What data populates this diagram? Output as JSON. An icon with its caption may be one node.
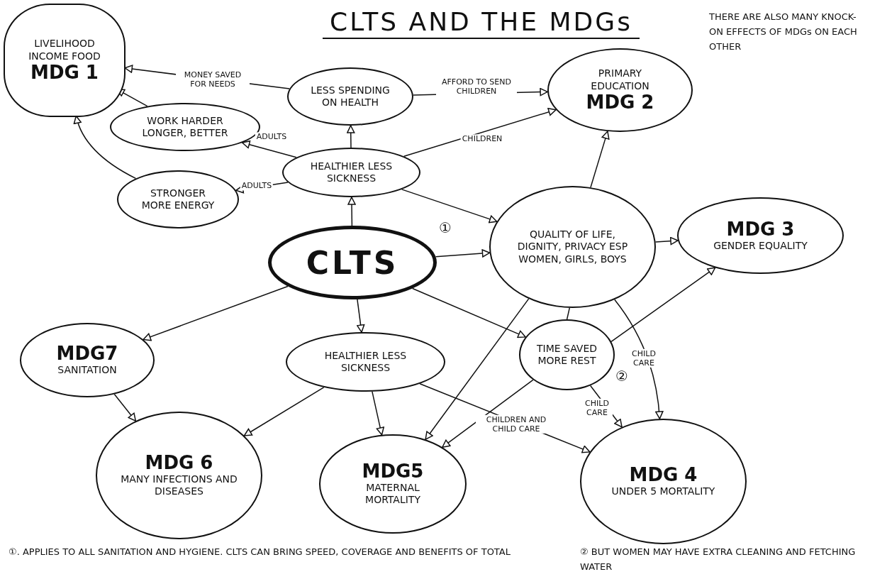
{
  "diagram": {
    "title": "CLTS AND THE MDGs",
    "nodes": [
      {
        "text": [
          "LIVELIHOOD INCOME FOOD",
          "MDG 1"
        ]
      },
      {
        "text": [
          "LESS SPENDING ON HEALTH"
        ]
      },
      {
        "text": [
          "PRIMARY EDUCATION",
          "MDG 2"
        ]
      },
      {
        "text": [
          "WORK HARDER LONGER, BETTER"
        ]
      },
      {
        "text": [
          "HEALTHIER LESS SICKNESS"
        ]
      },
      {
        "text": [
          "STRONGER MORE ENERGY"
        ]
      },
      {
        "text": [
          "CLTS"
        ],
        "beside": [
          "①"
        ]
      },
      {
        "text": [
          "QUALITY OF LIFE, DIGNITY, PRIVACY ESP WOMEN, GIRLS, BOYS"
        ]
      },
      {
        "text": [
          "MDG 3",
          "GENDER EQUALITY"
        ]
      },
      {
        "text": [
          "MDG7",
          "SANITATION"
        ]
      },
      {
        "text": [
          "HEALTHIER LESS SICKNESS"
        ]
      },
      {
        "text": [
          "TIME SAVED MORE REST"
        ],
        "beside": [
          "②"
        ]
      },
      {
        "text": [
          "MDG 6",
          "MANY INFECTIONS AND DISEASES"
        ]
      },
      {
        "text": [
          "MDG5",
          "MATERNAL MORTALITY"
        ]
      },
      {
        "text": [
          "MDG 4",
          "UNDER 5 MORTALITY"
        ]
      }
    ],
    "edges": [
      {
        "from": 1,
        "to": 0,
        "arrow": "to",
        "label": "MONEY SAVED FOR NEEDS"
      },
      {
        "from": 1,
        "to": 2,
        "arrow": "to",
        "label": "AFFORD TO SEND CHILDREN"
      },
      {
        "from": 3,
        "to": 0,
        "arrow": "to"
      },
      {
        "from": 5,
        "to": 0,
        "arrow": "to"
      },
      {
        "from": 4,
        "to": 1,
        "arrow": "to"
      },
      {
        "from": 4,
        "to": 3,
        "arrow": "to",
        "label": "ADULTS"
      },
      {
        "from": 4,
        "to": 5,
        "arrow": "to",
        "label": "ADULTS"
      },
      {
        "from": 4,
        "to": 2,
        "arrow": "to",
        "label": "CHILDREN"
      },
      {
        "from": 4,
        "to": 7,
        "arrow": "to"
      },
      {
        "from": 6,
        "to": 4,
        "arrow": "to"
      },
      {
        "from": 6,
        "to": 7,
        "arrow": "to"
      },
      {
        "from": 7,
        "to": 2,
        "arrow": "to"
      },
      {
        "from": 7,
        "to": 8,
        "arrow": "to"
      },
      {
        "from": 6,
        "to": 9,
        "arrow": "to"
      },
      {
        "from": 6,
        "to": 10,
        "arrow": "to"
      },
      {
        "from": 6,
        "to": 11,
        "arrow": "to"
      },
      {
        "from": 7,
        "to": 11,
        "arrow": "none"
      },
      {
        "from": 7,
        "to": 13,
        "arrow": "to"
      },
      {
        "from": 7,
        "to": 14,
        "arrow": "to",
        "label": "CHILD CARE"
      },
      {
        "from": 11,
        "to": 8,
        "arrow": "to"
      },
      {
        "from": 11,
        "to": 14,
        "arrow": "to",
        "label": "CHILD CARE"
      },
      {
        "from": 11,
        "to": 13,
        "arrow": "to"
      },
      {
        "from": 10,
        "to": 12,
        "arrow": "to"
      },
      {
        "from": 10,
        "to": 13,
        "arrow": "to"
      },
      {
        "from": 10,
        "to": 14,
        "arrow": "to",
        "label": "CHILDREN AND CHILD CARE"
      },
      {
        "from": 9,
        "to": 12,
        "arrow": "to"
      }
    ],
    "labels": [
      "THERE ARE ALSO MANY KNOCK-ON EFFECTS OF MDGs ON EACH OTHER",
      "①. APPLIES TO ALL SANITATION AND HYGIENE. CLTS CAN BRING SPEED, COVERAGE AND BENEFITS OF TOTAL",
      "② BUT WOMEN MAY HAVE EXTRA CLEANING AND FETCHING WATER"
    ]
  }
}
